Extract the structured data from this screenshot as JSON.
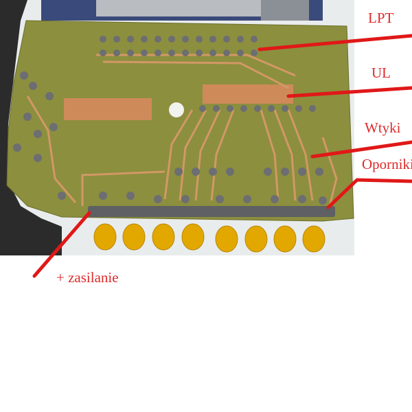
{
  "annotations": {
    "lpt": "LPT",
    "ul": "UL",
    "wtyki": "Wtyki",
    "oporniki": "Oporniki",
    "zasilanie": "+ zasilanie"
  },
  "colors": {
    "annotation": "#dd2a2a",
    "board": "#8a8a3c",
    "copper": "#c98a55",
    "solder": "#6e7074",
    "led": "#e2a800",
    "background": "#ffffff"
  }
}
